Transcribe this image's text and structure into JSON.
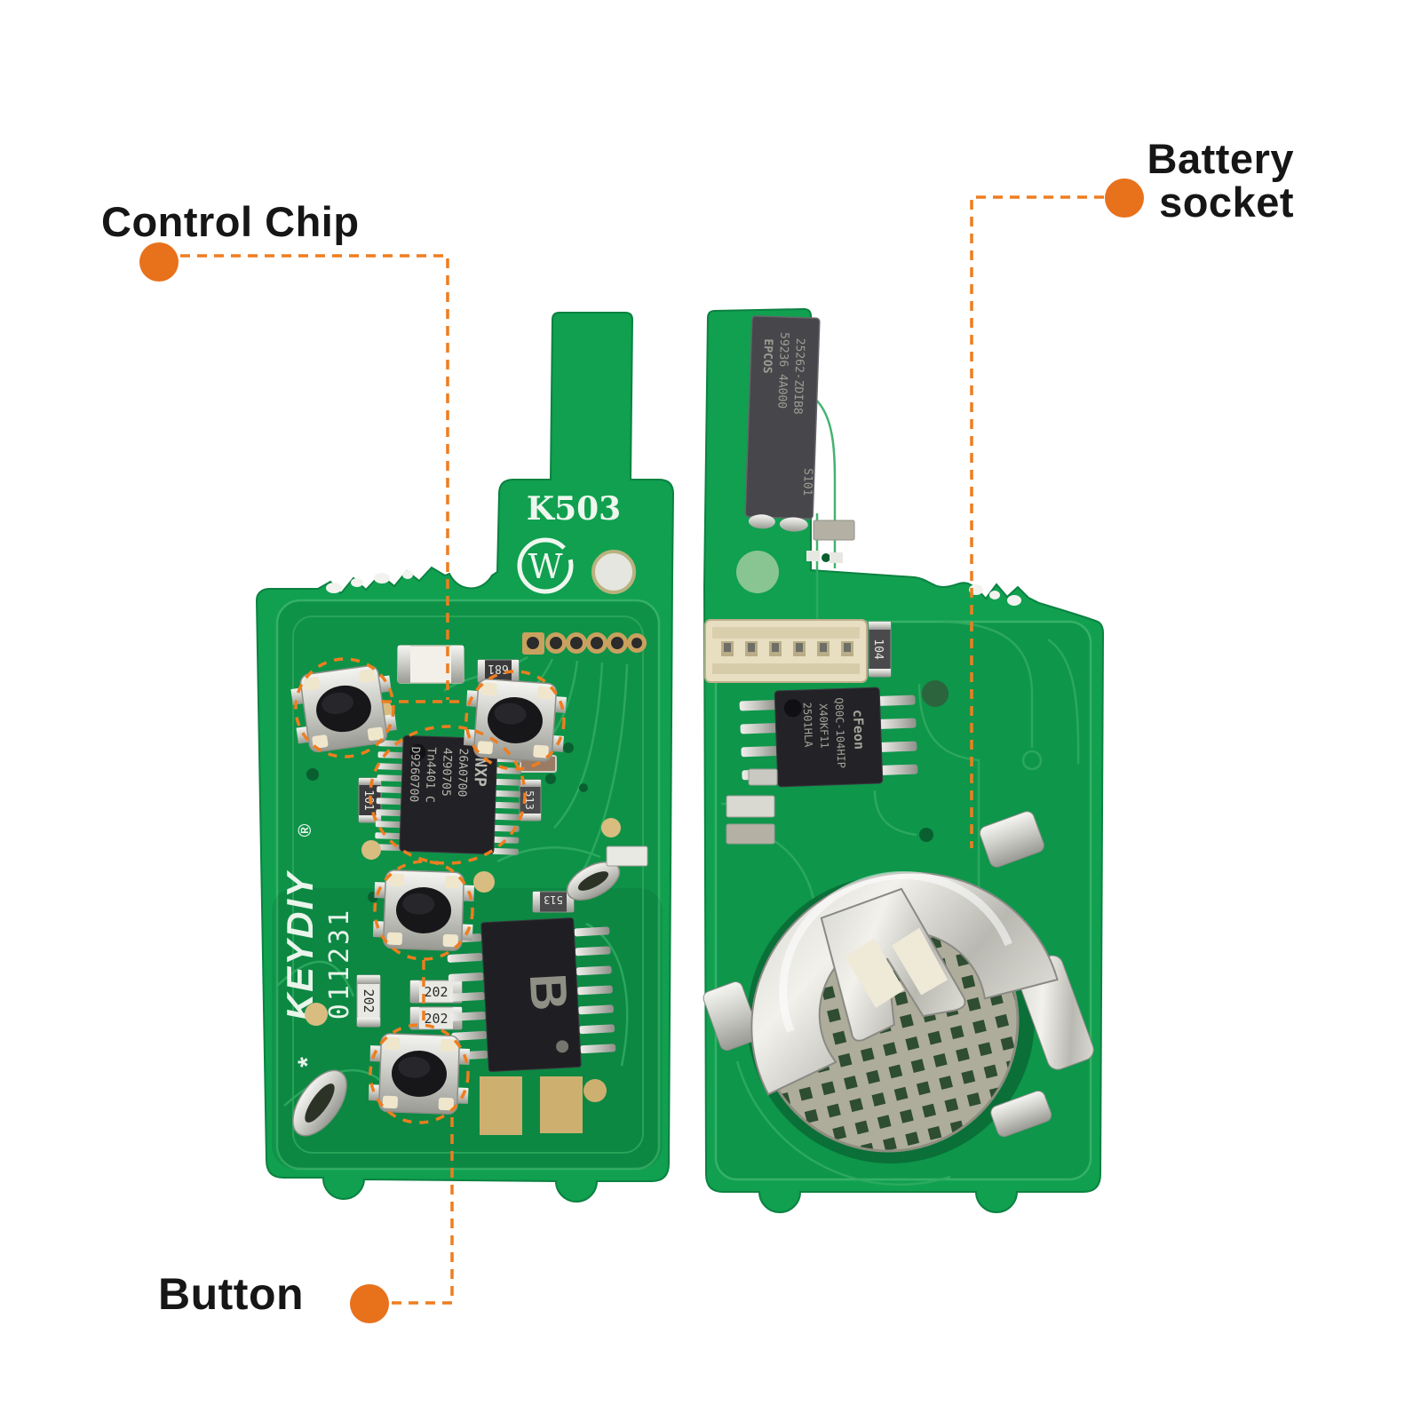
{
  "image": {
    "description": "Two sides of a green remote-key PCB (KD K503) with orange callout annotations",
    "background": "#ffffff",
    "accent_orange": "#e8711c",
    "pcb_green": "#10a050",
    "silkscreen_white": "#ecf6ee"
  },
  "annotations": {
    "control_chip": "Control Chip",
    "battery_line1": "Battery",
    "battery_line2": "socket",
    "button": "Button"
  },
  "left_pcb": {
    "model": "K503",
    "logo_letter": "W",
    "brand_prefix": "*",
    "brand": "KEYDIY",
    "reg": "®",
    "serial": "011231",
    "main_chip": {
      "line1": "NXP",
      "line2": "26A0700",
      "line3": "4Z90705",
      "line4": "Tn4401 C",
      "line5": "D9260700"
    },
    "driver_chip": "B",
    "res_681": "681",
    "res_101": "101",
    "res_513a": "513",
    "res_513b": "513",
    "res_202a": "202",
    "res_202b": "202",
    "res_202c": "202"
  },
  "right_pcb": {
    "coil_chip": {
      "line1": "EPCOS",
      "line2": "59236 4A000",
      "line3": "25262-ZDIB8",
      "line4": "S101"
    },
    "eeprom_chip": {
      "line1": "cFeon",
      "line2": "Q80C-104HIP",
      "line3": "X40KF11",
      "line4": "2501HLA"
    },
    "res_104": "104"
  }
}
